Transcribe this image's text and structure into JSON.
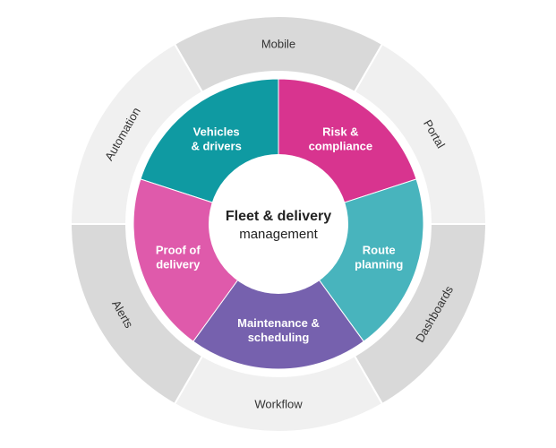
{
  "hub": {
    "title": "Fleet & delivery",
    "subtitle": "management"
  },
  "segments": [
    {
      "lines": [
        "Vehicles",
        "& drivers"
      ],
      "color": "#0f9aa2"
    },
    {
      "lines": [
        "Risk &",
        "compliance"
      ],
      "color": "#d8348f"
    },
    {
      "lines": [
        "Route",
        "planning"
      ],
      "color": "#48b4bd"
    },
    {
      "lines": [
        "Maintenance &",
        "scheduling"
      ],
      "color": "#7661ae"
    },
    {
      "lines": [
        "Proof of",
        "delivery"
      ],
      "color": "#df5aab"
    }
  ],
  "ring": {
    "colors": {
      "light": "#f0f0f0",
      "dark": "#d9d9d9",
      "border": "#ffffff"
    },
    "items": [
      {
        "label": "Mobile",
        "shade": "dark"
      },
      {
        "label": "Portal",
        "shade": "light"
      },
      {
        "label": "Dashboards",
        "shade": "dark"
      },
      {
        "label": "Workflow",
        "shade": "light"
      },
      {
        "label": "Alerts",
        "shade": "dark"
      },
      {
        "label": "Automation",
        "shade": "light"
      }
    ]
  }
}
